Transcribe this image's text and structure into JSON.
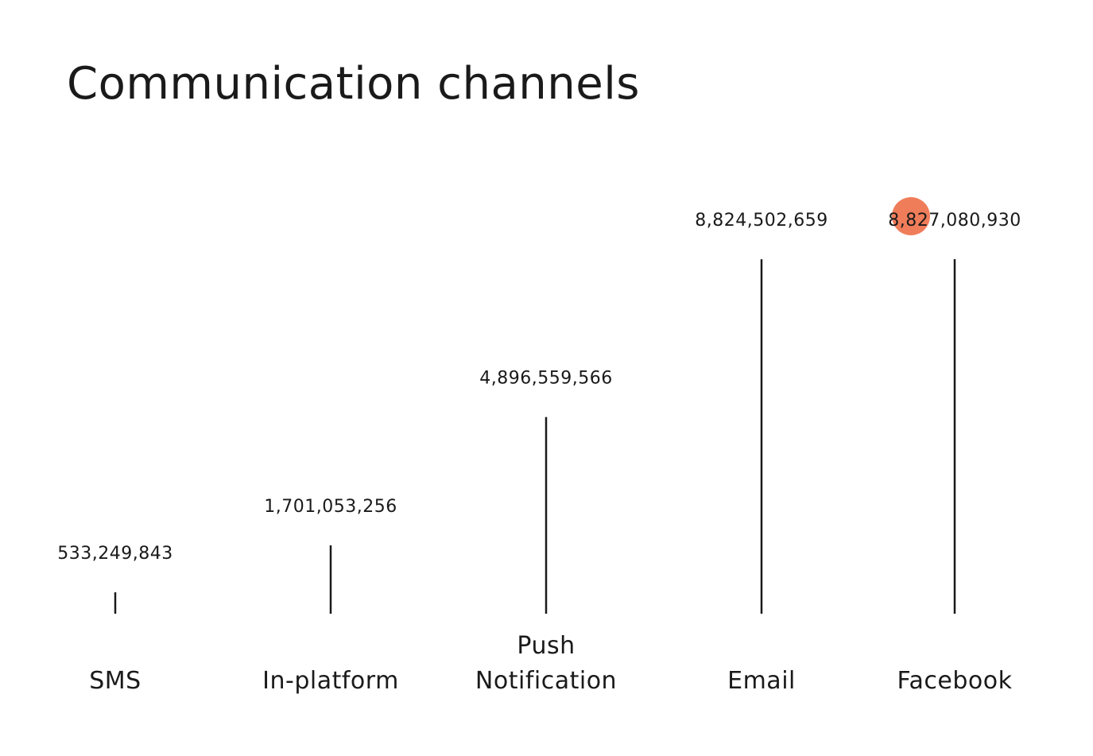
{
  "chart_data": {
    "type": "bar",
    "title": "Communication channels",
    "categories": [
      [
        "SMS"
      ],
      [
        "In-platform"
      ],
      [
        "Push",
        "Notification"
      ],
      [
        "Email"
      ],
      [
        "Facebook"
      ]
    ],
    "values": [
      533249843,
      1701053256,
      4896559566,
      8824502659,
      8827080930
    ],
    "value_labels": [
      "533,249,843",
      "1,701,053,256",
      "4,896,559,566",
      "8,824,502,659",
      "8,827,080,930"
    ],
    "ylim": [
      0,
      8827080930
    ],
    "grid": false,
    "highlight": {
      "category_index": 4,
      "color": "#f07d5a"
    },
    "colors": {
      "line": "#1a1a1a",
      "text": "#1a1a1a",
      "background": "#ffffff"
    }
  }
}
